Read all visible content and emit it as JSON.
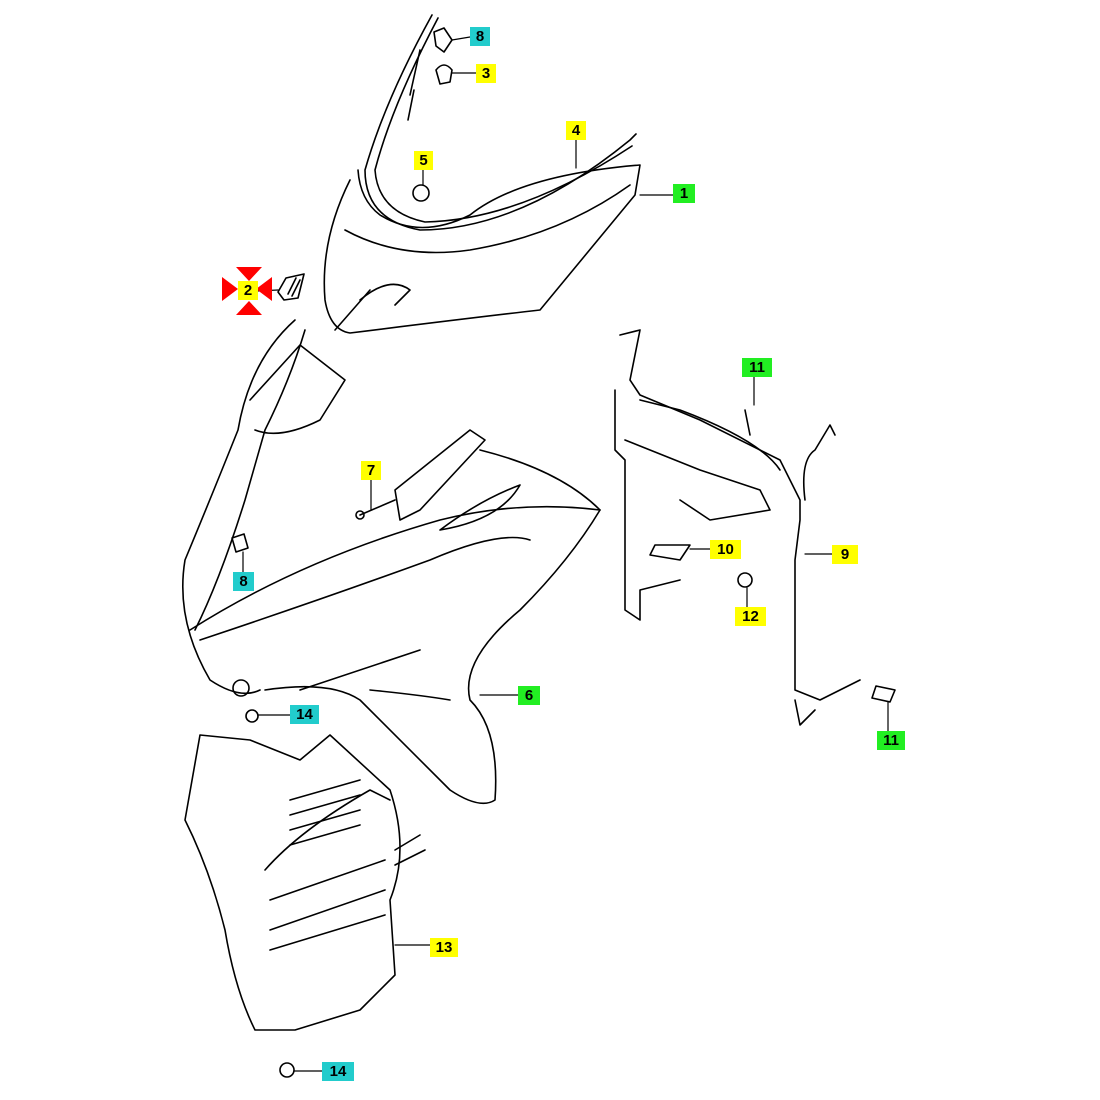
{
  "diagram": {
    "callouts": [
      {
        "id": "c8a",
        "number": "8",
        "color": "cyan"
      },
      {
        "id": "c3",
        "number": "3",
        "color": "yellow"
      },
      {
        "id": "c4",
        "number": "4",
        "color": "yellow"
      },
      {
        "id": "c5",
        "number": "5",
        "color": "yellow"
      },
      {
        "id": "c1",
        "number": "1",
        "color": "green"
      },
      {
        "id": "c2",
        "number": "2",
        "color": "yellow",
        "highlighted": true
      },
      {
        "id": "c11a",
        "number": "11",
        "color": "green"
      },
      {
        "id": "c7",
        "number": "7",
        "color": "yellow"
      },
      {
        "id": "c10",
        "number": "10",
        "color": "yellow"
      },
      {
        "id": "c8b",
        "number": "8",
        "color": "cyan"
      },
      {
        "id": "c9",
        "number": "9",
        "color": "yellow"
      },
      {
        "id": "c12",
        "number": "12",
        "color": "yellow"
      },
      {
        "id": "c6",
        "number": "6",
        "color": "green"
      },
      {
        "id": "c14a",
        "number": "14",
        "color": "cyan"
      },
      {
        "id": "c11b",
        "number": "11",
        "color": "green"
      },
      {
        "id": "c13",
        "number": "13",
        "color": "yellow"
      },
      {
        "id": "c14b",
        "number": "14",
        "color": "cyan"
      }
    ],
    "colors": {
      "yellow": "#ffff00",
      "green": "#22ee22",
      "cyan": "#22cccc",
      "highlight": "#ff0000"
    }
  }
}
